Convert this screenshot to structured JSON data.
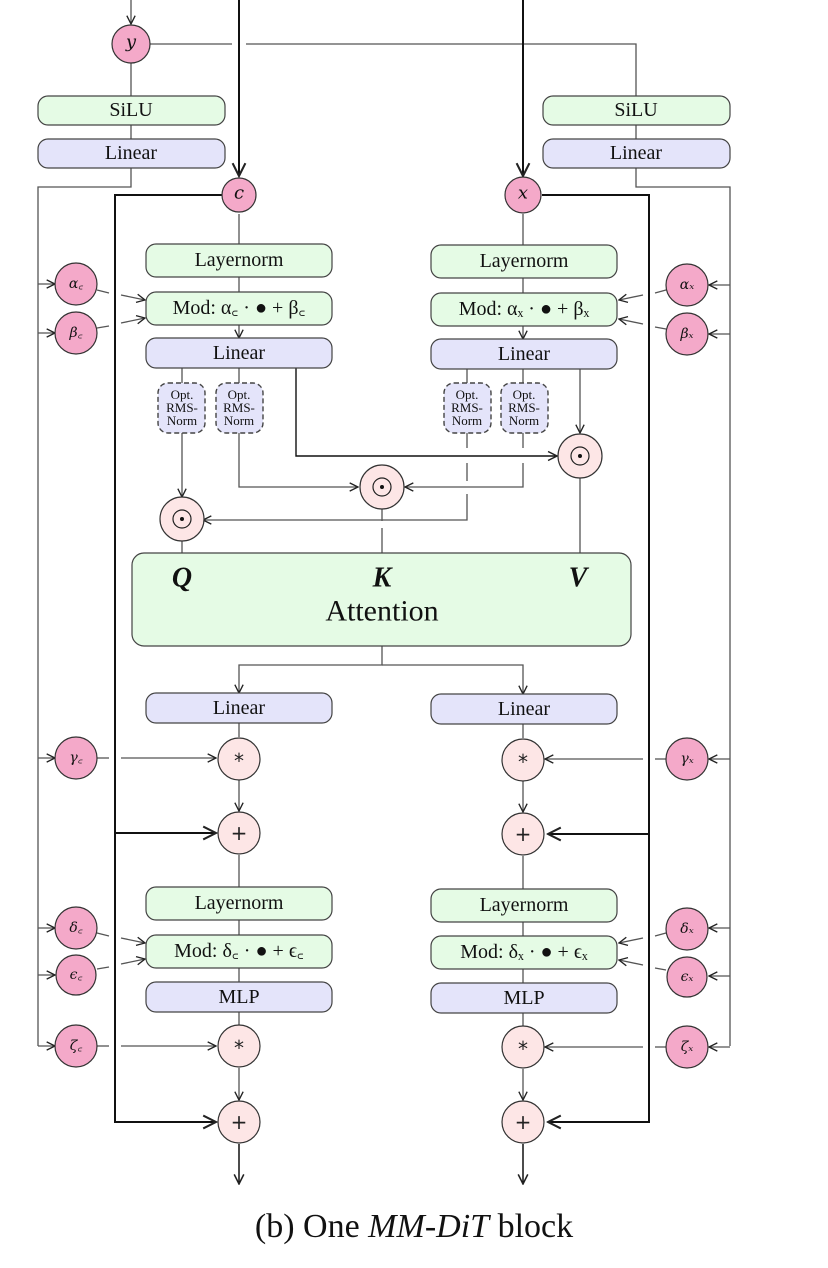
{
  "caption": {
    "prefix": "(b) One ",
    "emphasis": "MM-DiT",
    "suffix": " block"
  },
  "inputs": {
    "y": "y",
    "c": "c",
    "x": "x"
  },
  "conditioning": {
    "left": {
      "activation": "SiLU",
      "projection": "Linear"
    },
    "right": {
      "activation": "SiLU",
      "projection": "Linear"
    }
  },
  "modulation_params": {
    "alpha_c": "α꜀",
    "beta_c": "β꜀",
    "gamma_c": "γ꜀",
    "delta_c": "δ꜀",
    "epsilon_c": "ϵ꜀",
    "zeta_c": "ζ꜀",
    "alpha_x": "αₓ",
    "beta_x": "βₓ",
    "gamma_x": "γₓ",
    "delta_x": "δₓ",
    "epsilon_x": "ϵₓ",
    "zeta_x": "ζₓ"
  },
  "context_stream": {
    "layernorm1": "Layernorm",
    "mod1": "Mod: α꜀ · ● + β꜀",
    "linear_in": "Linear",
    "rms_q": [
      "Opt.",
      "RMS-",
      "Norm"
    ],
    "rms_k": [
      "Opt.",
      "RMS-",
      "Norm"
    ],
    "linear_out": "Linear",
    "layernorm2": "Layernorm",
    "mod2": "Mod: δ꜀ · ● + ϵ꜀",
    "mlp": "MLP"
  },
  "image_stream": {
    "layernorm1": "Layernorm",
    "mod1": "Mod: αₓ · ● + βₓ",
    "linear_in": "Linear",
    "rms_q": [
      "Opt.",
      "RMS-",
      "Norm"
    ],
    "rms_k": [
      "Opt.",
      "RMS-",
      "Norm"
    ],
    "linear_out": "Linear",
    "layernorm2": "Layernorm",
    "mod2": "Mod: δₓ · ● + ϵₓ",
    "mlp": "MLP"
  },
  "attention": {
    "label": "Attention",
    "q": "Q",
    "k": "K",
    "v": "V"
  },
  "operators": {
    "concat": "⊙",
    "multiply": "*",
    "add": "+"
  },
  "colors": {
    "green_box": "#e5fbe5",
    "blue_box": "#e4e4fa",
    "pink_node": "#f4a9c9",
    "op_node": "#fde6e6"
  }
}
